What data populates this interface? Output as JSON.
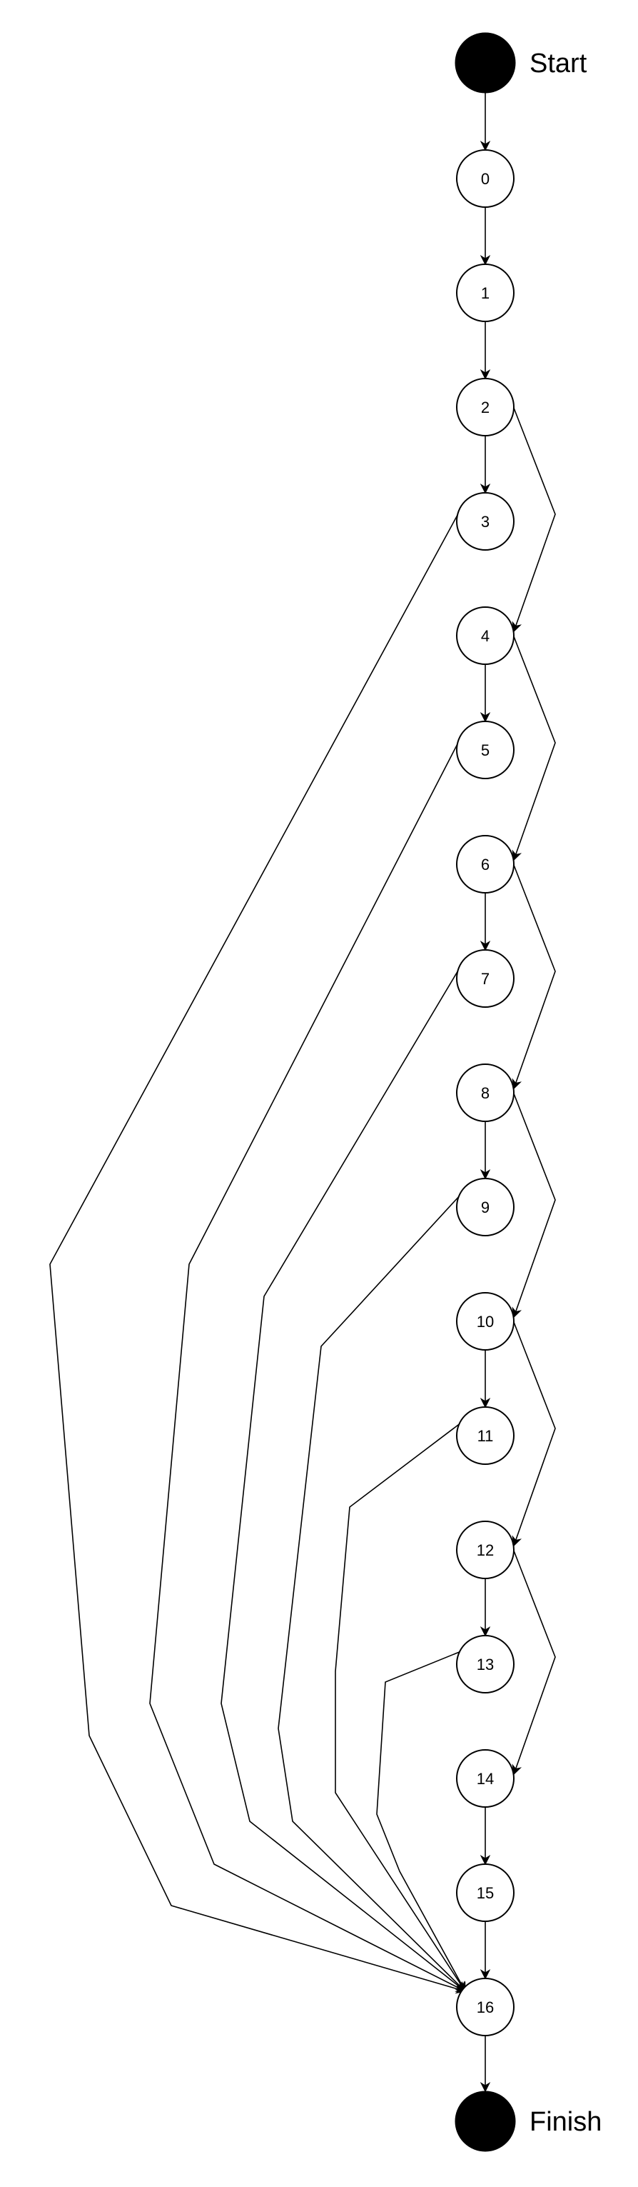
{
  "diagram": {
    "start_label": "Start",
    "finish_label": "Finish",
    "colors": {
      "stroke": "#000000",
      "terminal_fill": "#000000",
      "node_fill": "#ffffff"
    },
    "nodes": [
      "0",
      "1",
      "2",
      "3",
      "4",
      "5",
      "6",
      "7",
      "8",
      "9",
      "10",
      "11",
      "12",
      "13",
      "14",
      "15",
      "16"
    ],
    "edges": [
      [
        "Start",
        "0"
      ],
      [
        "0",
        "1"
      ],
      [
        "1",
        "2"
      ],
      [
        "2",
        "3"
      ],
      [
        "2",
        "4"
      ],
      [
        "3",
        "16"
      ],
      [
        "4",
        "5"
      ],
      [
        "4",
        "6"
      ],
      [
        "5",
        "16"
      ],
      [
        "6",
        "7"
      ],
      [
        "6",
        "8"
      ],
      [
        "7",
        "16"
      ],
      [
        "8",
        "9"
      ],
      [
        "8",
        "10"
      ],
      [
        "9",
        "16"
      ],
      [
        "10",
        "11"
      ],
      [
        "10",
        "12"
      ],
      [
        "11",
        "16"
      ],
      [
        "12",
        "13"
      ],
      [
        "12",
        "14"
      ],
      [
        "13",
        "16"
      ],
      [
        "14",
        "15"
      ],
      [
        "15",
        "16"
      ],
      [
        "16",
        "Finish"
      ]
    ]
  }
}
